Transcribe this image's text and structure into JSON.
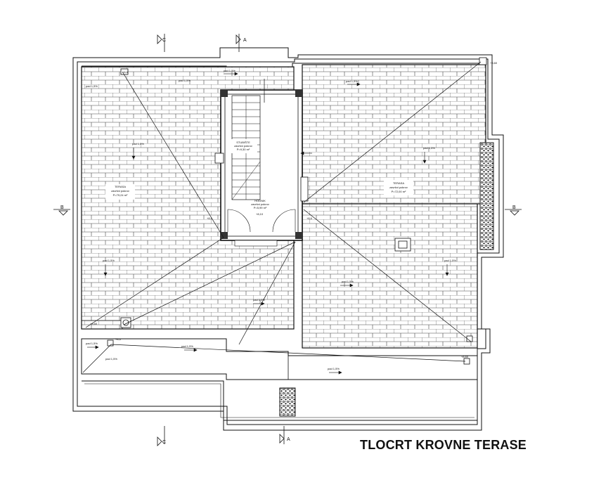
{
  "drawing": {
    "title": "TLOCRT KROVNE TERASE",
    "section_marks": {
      "a_top": "A",
      "a_bottom": "A",
      "c_top": "C",
      "c_bottom": "C",
      "b_left": "B",
      "b_right": "B"
    },
    "areas": {
      "terrace": [
        "TERASA",
        "završni pokrov",
        "P=79,24 m²"
      ],
      "terrace_right": [
        "TERASA",
        "završni pokrov",
        "P=72,00 m²"
      ],
      "stair": [
        "STUBIŠTE",
        "završni pokrov",
        "P=9,30 m²"
      ],
      "hall": [
        "HODNIK",
        "završni pokrov",
        "P=5,99 m²"
      ]
    },
    "slopes": {
      "s1": "pad 1,5%",
      "s2": "pad 1,5%",
      "s3": "pad 1,5%",
      "s4": "pad 1,5%",
      "s5": "pad 1,5%",
      "s6": "pad 1,5%",
      "s7": "pad 1,5%",
      "s8": "pad 1,5%",
      "s9": "pad 1,5%",
      "s10": "pad 1,5%",
      "s11": "pad 1,5%",
      "s12": "pad 1,5%",
      "s13": "pad 1,5%",
      "s14": "pad 1,5%"
    },
    "levels": {
      "l_center": "+8,10",
      "l_top_right": "+8,60",
      "l_drain1": "+8,60",
      "l_drain2": "+8,60",
      "l_small1": "+8,6",
      "l_small2": "+8,6",
      "l_small3": "+8,6",
      "l_small4": "+8,6"
    }
  }
}
